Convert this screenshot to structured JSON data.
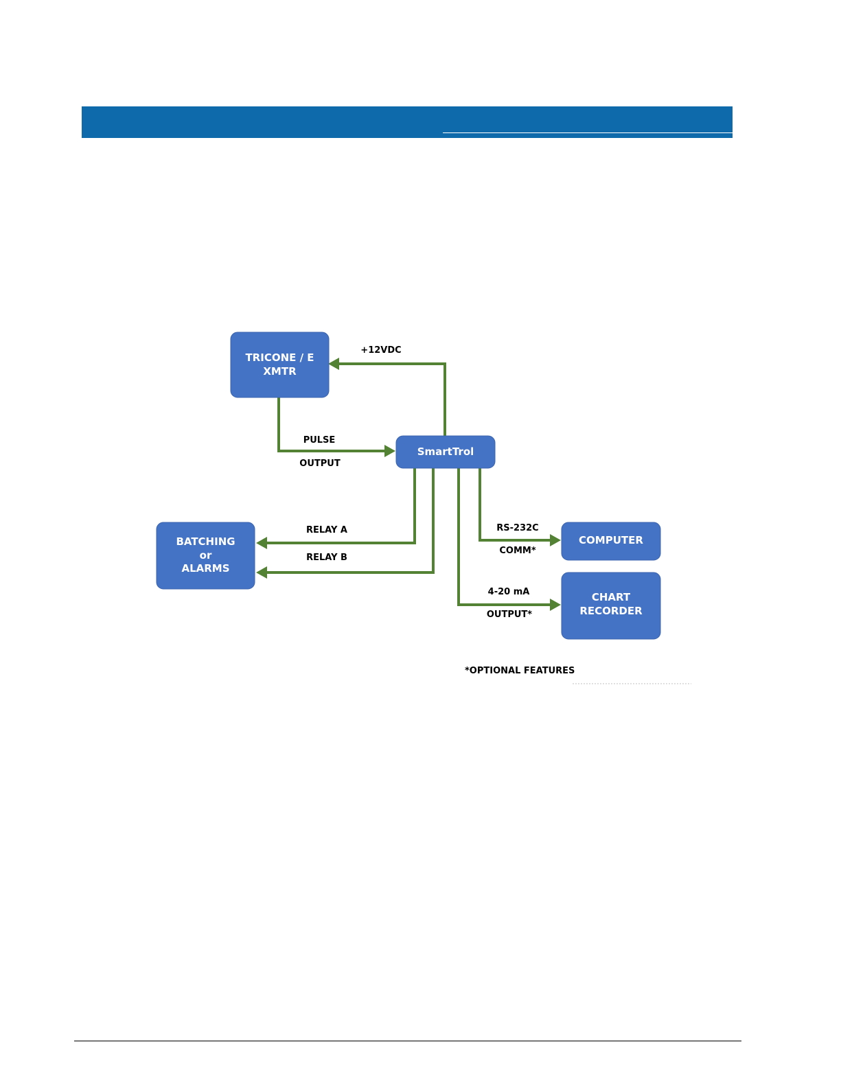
{
  "header": {
    "bar_color": "#0f6aac"
  },
  "colors": {
    "box_fill": "#4472c4",
    "wire": "#548235"
  },
  "boxes": {
    "tricone": [
      "TRICONE / E",
      "XMTR"
    ],
    "smarttrol": "SmartTrol",
    "batching": [
      "BATCHING",
      "or",
      "ALARMS"
    ],
    "computer": "COMPUTER",
    "chart_recorder": [
      "CHART",
      "RECORDER"
    ]
  },
  "labels": {
    "power": "+12VDC",
    "pulse": "PULSE",
    "pulse_output": "OUTPUT",
    "relay_a": "RELAY A",
    "relay_b": "RELAY B",
    "rs232": "RS-232C",
    "comm": "COMM*",
    "analog": "4-20 mA",
    "analog_output": "OUTPUT*",
    "footnote": "*OPTIONAL FEATURES"
  }
}
